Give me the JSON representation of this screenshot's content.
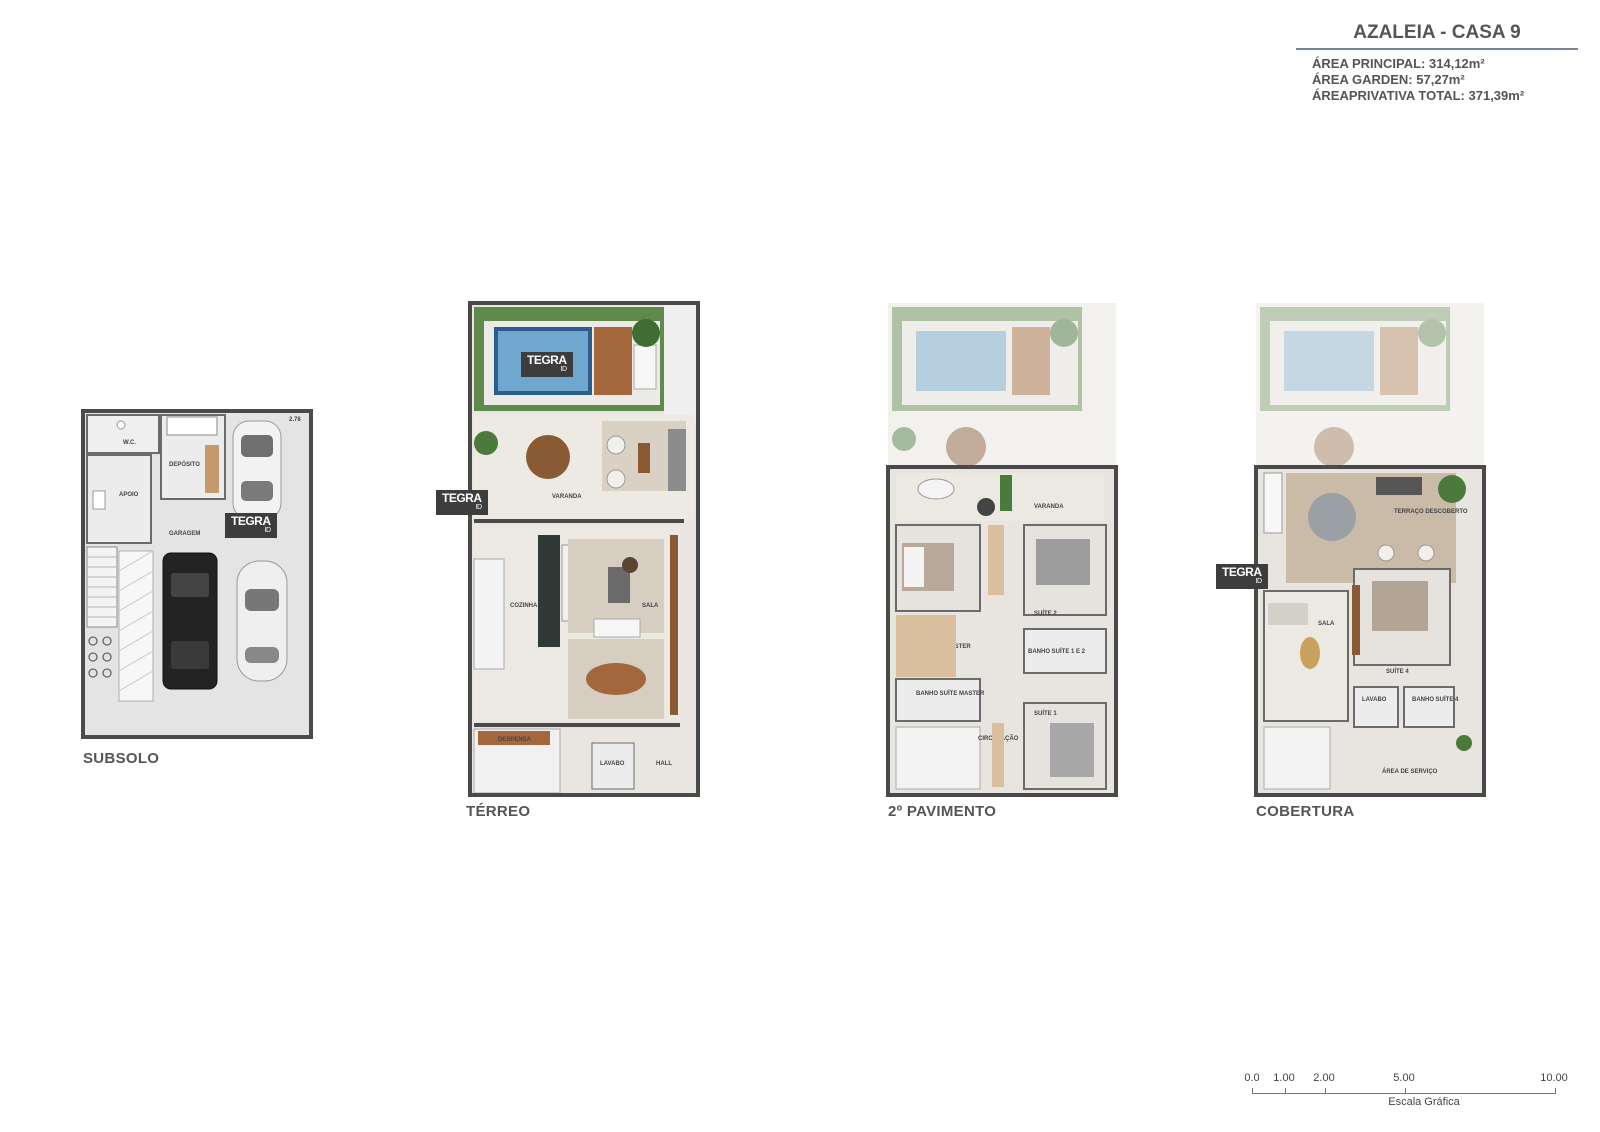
{
  "header": {
    "title": "AZALEIA - CASA 9",
    "area_principal_label": "ÁREA PRINCIPAL:",
    "area_principal_value": "314,12m²",
    "area_garden_label": "ÁREA GARDEN:",
    "area_garden_value": "57,27m²",
    "area_privativa_label": "ÁREAPRIVATIVA TOTAL:",
    "area_privativa_value": "371,39m²"
  },
  "brand": {
    "badge": "TEGRA",
    "badge_sub": "ID"
  },
  "floors": {
    "subsolo": {
      "label": "SUBSOLO",
      "rooms": {
        "wc": "W.C.",
        "deposito": "DEPÓSITO",
        "apoio": "APOIO",
        "garagem": "GARAGEM"
      }
    },
    "terreo": {
      "label": "TÉRREO",
      "rooms": {
        "varanda": "VARANDA",
        "cozinha": "COZINHA",
        "sala": "SALA",
        "despensa": "DESPENSA",
        "lavabo": "LAVABO",
        "hall": "HALL"
      }
    },
    "pavimento2": {
      "label": "2º PAVIMENTO",
      "rooms": {
        "varanda": "VARANDA",
        "suite_master": "SUÍTE MASTER",
        "banho_suite_master": "BANHO SUÍTE MASTER",
        "suite2": "SUÍTE 2",
        "banho_suite12": "BANHO SUÍTE 1 E 2",
        "suite1": "SUÍTE 1",
        "circulacao": "CIRCULAÇÃO"
      }
    },
    "cobertura": {
      "label": "COBERTURA",
      "rooms": {
        "terraco": "TERRAÇO DESCOBERTO",
        "sala": "SALA",
        "suite4": "SUÍTE 4",
        "lavabo": "LAVABO",
        "banho_suite4": "BANHO SUÍTE 4",
        "area_servico": "ÁREA DE SERVIÇO"
      }
    }
  },
  "scale": {
    "ticks": [
      "0.0",
      "1.00",
      "2.00",
      "5.00",
      "10.00"
    ],
    "caption": "Escala Gráfica"
  }
}
